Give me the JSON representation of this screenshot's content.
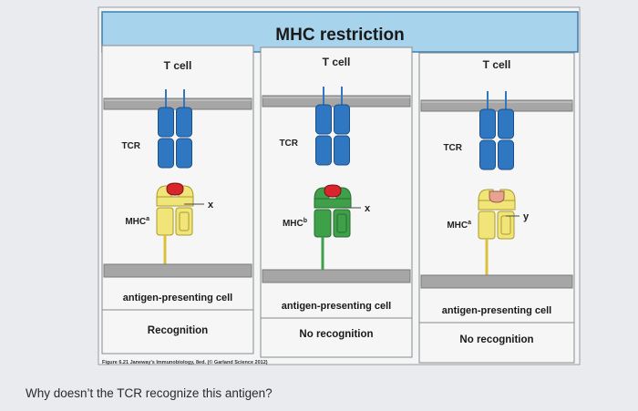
{
  "title": "MHC restriction",
  "panels": [
    {
      "cell_top": "T cell",
      "tcr_label": "TCR",
      "mhc_label": "MHC",
      "mhc_superscript": "a",
      "antigen_label": "x",
      "mhc_color": "#f1e57a",
      "peptide_color": "#d9262c",
      "cell_bottom": "antigen-presenting cell",
      "result": "Recognition"
    },
    {
      "cell_top": "T cell",
      "tcr_label": "TCR",
      "mhc_label": "MHC",
      "mhc_superscript": "b",
      "antigen_label": "x",
      "mhc_color": "#3fa04a",
      "peptide_color": "#d9262c",
      "cell_bottom": "antigen-presenting cell",
      "result": "No recognition"
    },
    {
      "cell_top": "T cell",
      "tcr_label": "TCR",
      "mhc_label": "MHC",
      "mhc_superscript": "a",
      "antigen_label": "y",
      "mhc_color": "#f1e57a",
      "peptide_color": "#e7a38f",
      "cell_bottom": "antigen-presenting cell",
      "result": "No recognition"
    }
  ],
  "caption": "Figure 6.21 Janeway's Immunobiology, 8ed. (© Garland Science 2012)",
  "question": "Why doesn’t the TCR recognize this antigen?",
  "colors": {
    "title_bar": "#a8d3ec",
    "tcr_blue": "#2f77c0",
    "membrane": "#a6a6a6",
    "stem": "#d9c23a",
    "background": "#e9ebef",
    "panel_bg": "#f6f6f6"
  }
}
